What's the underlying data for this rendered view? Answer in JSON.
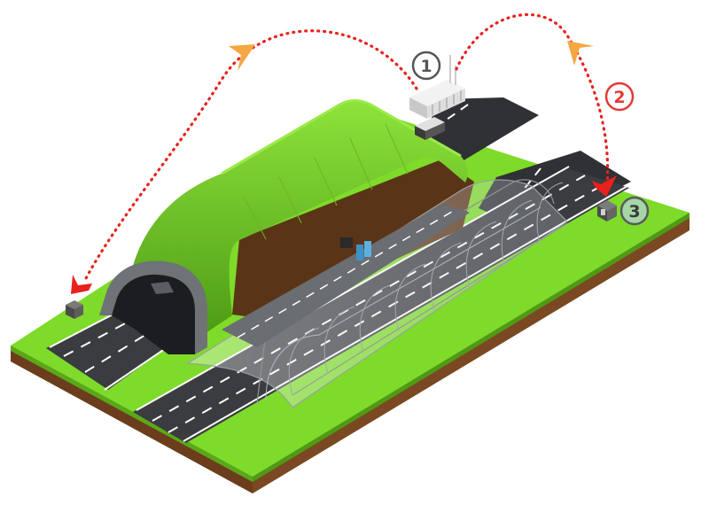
{
  "badges": [
    {
      "label": "1",
      "style": "outline",
      "color": "#555555"
    },
    {
      "label": "2",
      "style": "outline",
      "color": "#e53935"
    },
    {
      "label": "3",
      "style": "filled",
      "color": "#5a5a5a",
      "fill": "#a5d6a7"
    }
  ],
  "colors": {
    "grass": "#7edb2a",
    "grass_side": "#4f9a14",
    "soil": "#6b3d1c",
    "road": "#3a3c40",
    "lane_marking": "#ffffff",
    "tunnel_portal": "#6f7276",
    "arrow_dots": "#e8211c",
    "arrow_chevron": "#f4a742"
  },
  "icons": [
    "control-building-icon",
    "truck-icon",
    "camera-box-icon",
    "emergency-cabinet-icon",
    "chevron-arrow-icon",
    "red-arrowhead-icon"
  ]
}
